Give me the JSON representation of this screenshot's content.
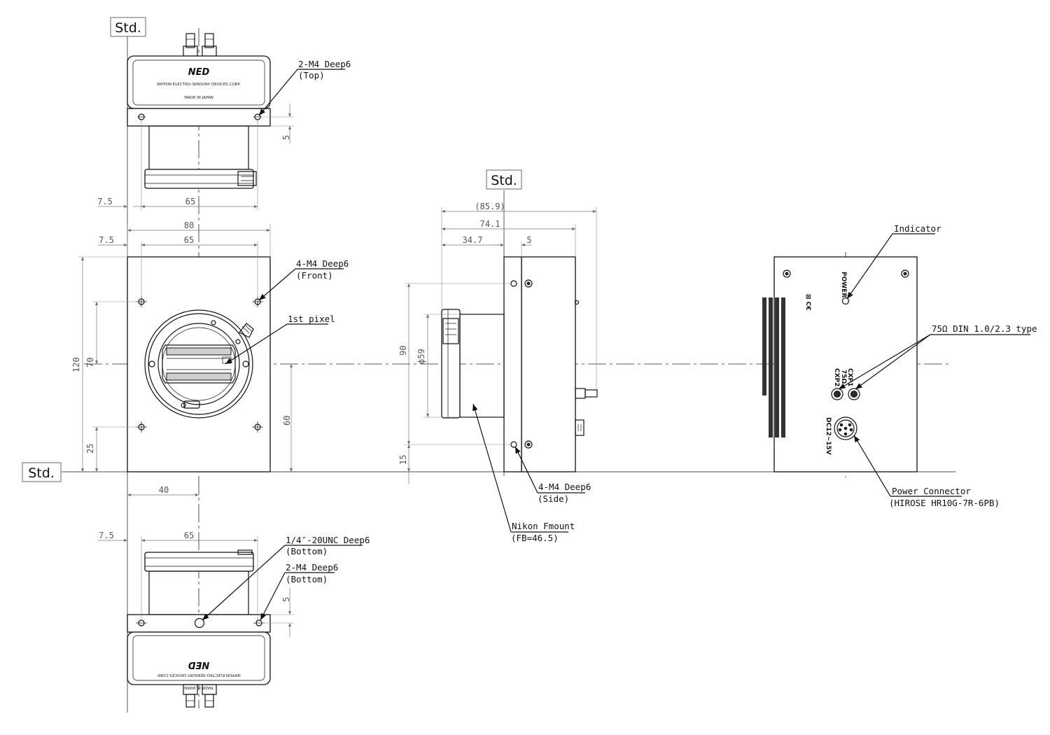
{
  "std_label": "Std.",
  "dims": {
    "top_7_5": "7.5",
    "top_65": "65",
    "top_5": "5",
    "front_80": "80",
    "front_7_5": "7.5",
    "front_65": "65",
    "front_120": "120",
    "front_70": "70",
    "front_25": "25",
    "front_60": "60",
    "front_40": "40",
    "bottom_7_5": "7.5",
    "bottom_65": "65",
    "bottom_5": "5",
    "side_85_9": "(85.9)",
    "side_74_1": "74.1",
    "side_34_7": "34.7",
    "side_5": "5",
    "side_90": "90",
    "side_59": "ϕ59",
    "side_15": "15"
  },
  "callouts": {
    "top_holes": "2-M4 Deep6",
    "top_holes_sub": "(Top)",
    "front_holes": "4-M4 Deep6",
    "front_holes_sub": "(Front)",
    "first_pixel": "1st pixel",
    "side_holes": "4-M4 Deep6",
    "side_holes_sub": "(Side)",
    "mount": "Nikon Fmount",
    "mount_sub": "(FB=46.5)",
    "bottom_tripod": "1/4″-20UNC Deep6",
    "bottom_tripod_sub": "(Bottom)",
    "bottom_holes": "2-M4 Deep6",
    "bottom_holes_sub": "(Bottom)",
    "indicator": "Indicator",
    "din": "75Ω DIN 1.0/2.3 type",
    "power": "Power Connector",
    "power_sub": "(HIROSE HR10G-7R-6PB)"
  },
  "back_panel": {
    "power_label": "POWER",
    "cxp1": "CXP1",
    "ohm": "75Ω",
    "cxp2": "CXP2",
    "dc": "DC12~15V"
  },
  "branding": {
    "logo": "NED",
    "company": "NIPPON ELECTRO-SENSORY DEVICES CORP.",
    "made_in": "MADE IN JAPAN"
  }
}
